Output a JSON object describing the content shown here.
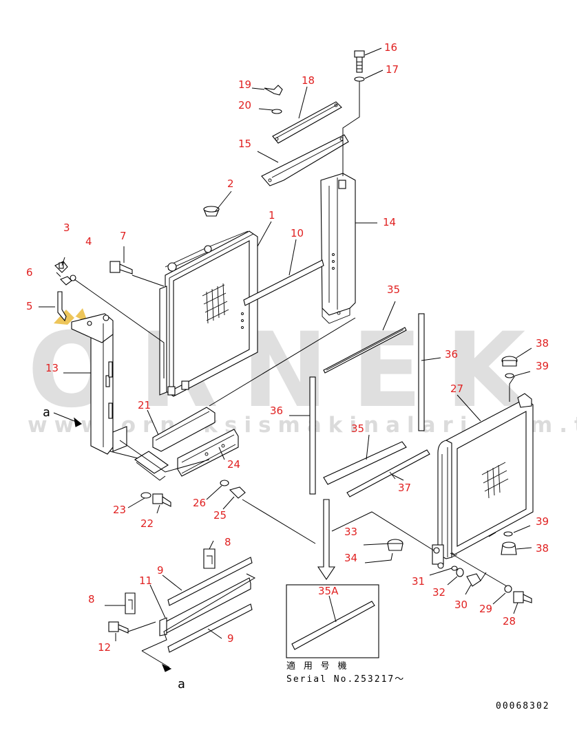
{
  "callouts": {
    "c1": "1",
    "c2": "2",
    "c3": "3",
    "c4": "4",
    "c5": "5",
    "c6": "6",
    "c7": "7",
    "c8a": "8",
    "c8b": "8",
    "c9a": "9",
    "c9b": "9",
    "c10": "10",
    "c11": "11",
    "c12": "12",
    "c13": "13",
    "c14": "14",
    "c15": "15",
    "c16": "16",
    "c17": "17",
    "c18": "18",
    "c19": "19",
    "c20": "20",
    "c21": "21",
    "c22": "22",
    "c23": "23",
    "c24": "24",
    "c25": "25",
    "c26": "26",
    "c27": "27",
    "c28": "28",
    "c29": "29",
    "c30": "30",
    "c31": "31",
    "c32": "32",
    "c33": "33",
    "c34": "34",
    "c35a": "35",
    "c35b": "35",
    "c35A": "35A",
    "c36a": "36",
    "c36b": "36",
    "c37": "37",
    "c38a": "38",
    "c38b": "38",
    "c39a": "39",
    "c39b": "39"
  },
  "refs": {
    "a_top": "a",
    "a_bottom": "a"
  },
  "applicability": {
    "label": "適 用 号 機",
    "serial": "Serial No.253217～"
  },
  "drawing_no": "00068302",
  "watermark": {
    "brand": "ORNEK",
    "url": "www.orneksismakinalari.com.tr"
  },
  "colors": {
    "callout": "#e02020",
    "line": "#000000",
    "watermark": "#b9b9b9"
  }
}
